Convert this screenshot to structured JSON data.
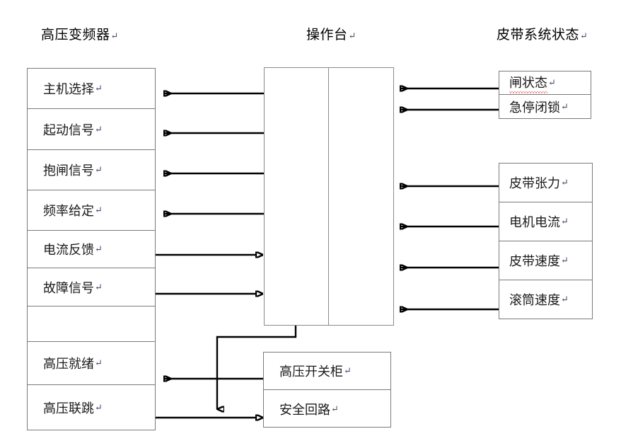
{
  "diagram": {
    "title_left": "高压变频器",
    "title_center": "操作台",
    "title_right": "皮带系统状态",
    "pilcrow": "↵",
    "left_stack": {
      "name": "高压变频器",
      "rows": [
        {
          "label": "主机选择",
          "signal_dir": "in"
        },
        {
          "label": "起动信号",
          "signal_dir": "in"
        },
        {
          "label": "抱闸信号",
          "signal_dir": "in"
        },
        {
          "label": "频率给定",
          "signal_dir": "in"
        },
        {
          "label": "电流反馈",
          "signal_dir": "out"
        },
        {
          "label": "故障信号",
          "signal_dir": "out"
        },
        {
          "label": "",
          "signal_dir": "none"
        },
        {
          "label": "高压就绪",
          "signal_dir": "in"
        },
        {
          "label": "高压联跳",
          "signal_dir": "out"
        }
      ]
    },
    "center": {
      "label": "操作台",
      "split": true
    },
    "right_stack_top": {
      "rows": [
        {
          "label": "闸状态",
          "spellcheck_error": true,
          "signal_dir": "out"
        },
        {
          "label": "急停闭锁",
          "spellcheck_error": false,
          "signal_dir": "out"
        }
      ]
    },
    "right_stack_bottom": {
      "rows": [
        {
          "label": "皮带张力",
          "signal_dir": "out"
        },
        {
          "label": "电机电流",
          "signal_dir": "out"
        },
        {
          "label": "皮带速度",
          "signal_dir": "out"
        },
        {
          "label": "滚筒速度",
          "signal_dir": "out"
        }
      ]
    },
    "bottom_stack": {
      "rows": [
        {
          "label": "高压开关柜",
          "signal_dir": "out"
        },
        {
          "label": "安全回路",
          "signal_dir": "in"
        }
      ]
    },
    "colors": {
      "box_border": "#7a7a7a",
      "arrow": "#000000",
      "text": "#1a1a1a",
      "spell_error": "#e02020",
      "background": "#ffffff"
    }
  }
}
